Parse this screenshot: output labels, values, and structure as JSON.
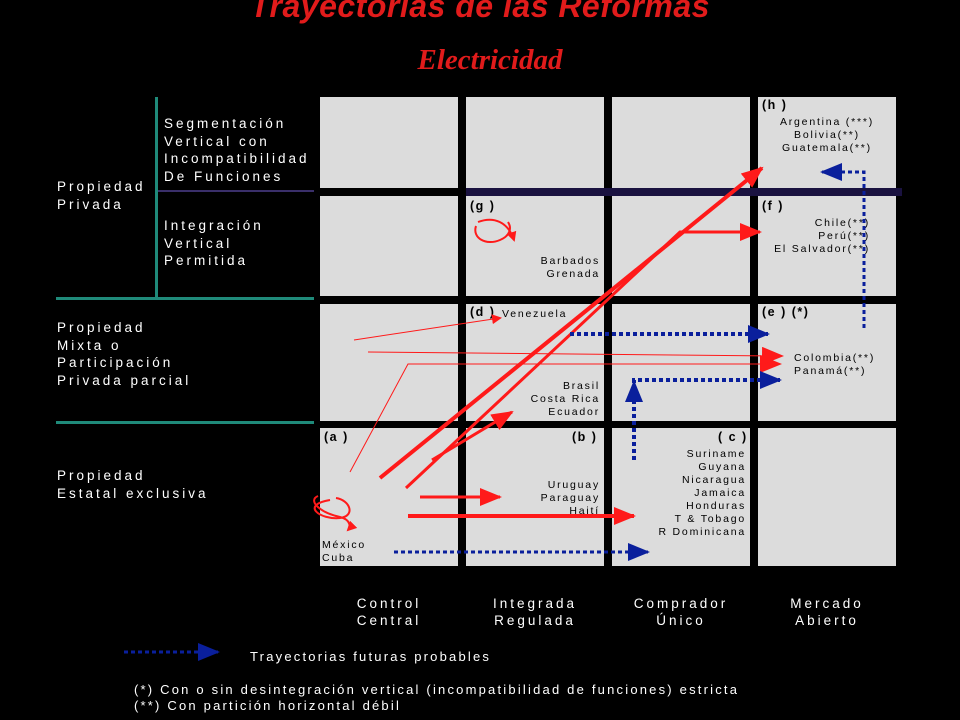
{
  "header": {
    "title": "Trayectorias de las Reformas",
    "subtitle": "Electricidad"
  },
  "rows": {
    "private": "Propiedad\nPrivada",
    "segmentation": "Segmentación\nVertical con\nIncompatibilidad\nDe Funciones",
    "integration": "Integración\nVertical\nPermitida",
    "mixed": "Propiedad\nMixta o\nParticipación\nPrivada parcial",
    "state": "Propiedad\nEstatal exclusiva"
  },
  "columns": {
    "c1": "Control\nCentral",
    "c2": "Integrada\nRegulada",
    "c3": "Comprador\nÚnico",
    "c4": "Mercado\nAbierto"
  },
  "cells": {
    "h": {
      "label": "(h )",
      "text": "Argentina (***)\nBolivia(**)\nGuatemala(**)"
    },
    "g": {
      "label": "(g )",
      "text": "Barbados\nGrenada"
    },
    "f": {
      "label": "(f )",
      "text": "Chile(**)\nPerú(**)\nEl Salvador(**)"
    },
    "d": {
      "label": "(d )",
      "text": "Venezuela"
    },
    "e": {
      "label": "(e ) (*)",
      "text": "Colombia(**)\nPanamá(**)"
    },
    "mixed_c2": {
      "text": "Brasil\nCosta Rica\nEcuador"
    },
    "a": {
      "label": "(a )",
      "text": "México\nCuba"
    },
    "b": {
      "label": "(b )",
      "text": "Uruguay\nParaguay\nHaití"
    },
    "c": {
      "label": "( c )",
      "text": "Suriname\nGuyana\nNicaragua\nJamaica\nHonduras\nT & Tobago\nR Dominicana"
    }
  },
  "legend": {
    "future": "Trayectorias futuras probables",
    "note1": "(*) Con o sin desintegración vertical (incompatibilidad de funciones) estricta",
    "note2": "(**) Con partición horizontal débil"
  },
  "colors": {
    "arrow_red": "#ff1a1a",
    "arrow_blue": "#0a1f9c",
    "title_red": "#e11b1b",
    "cell_gray": "#dcdcdc",
    "divider_teal": "#1f8a7a"
  }
}
